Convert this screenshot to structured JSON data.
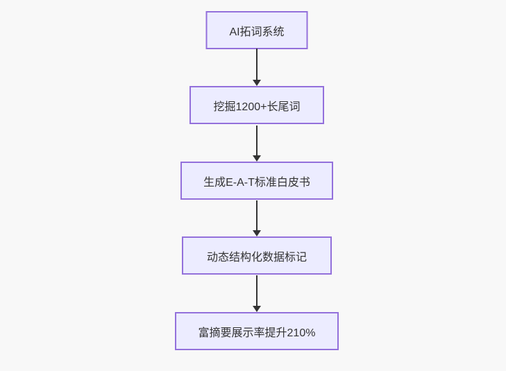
{
  "diagram": {
    "type": "flowchart",
    "direction": "top-down",
    "nodes": [
      {
        "label": "AI拓词系统"
      },
      {
        "label": "挖掘1200+长尾词"
      },
      {
        "label": "生成E-A-T标准白皮书"
      },
      {
        "label": "动态结构化数据标记"
      },
      {
        "label": "富摘要展示率提升210%"
      }
    ],
    "edges": [
      {
        "from": 0,
        "to": 1
      },
      {
        "from": 1,
        "to": 2
      },
      {
        "from": 2,
        "to": 3
      },
      {
        "from": 3,
        "to": 4
      }
    ],
    "colors": {
      "background": "#f8f8f8",
      "node_fill": "#ECECFF",
      "node_border": "#9370DB",
      "arrow": "#333333",
      "text": "#333333"
    }
  }
}
